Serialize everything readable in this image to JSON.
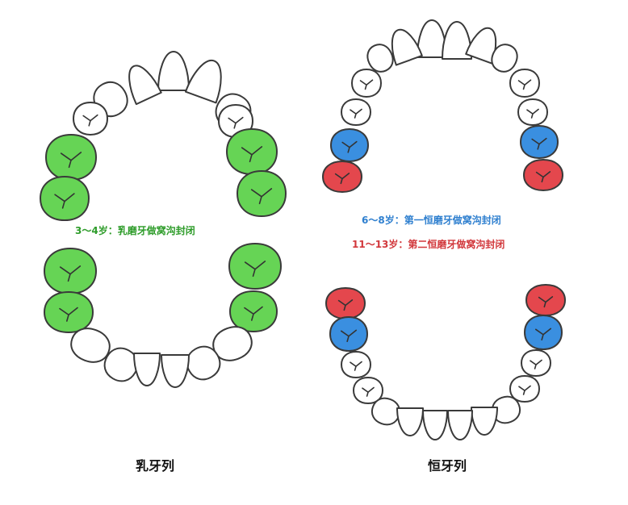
{
  "colors": {
    "outline": "#3a3a3a",
    "groove": "#333333",
    "normal": "#ffffff",
    "primary_molar": "#66d455",
    "first_permanent_molar": "#3a8fe0",
    "second_permanent_molar": "#e4474d",
    "green_text": "#2e9c2a",
    "blue_text": "#2e7fcf",
    "red_text": "#d2383c"
  },
  "labels": {
    "primary_note": "3～4岁：乳磨牙做窝沟封闭",
    "first_molar_note": "6～8岁：第一恒磨牙做窝沟封闭",
    "second_molar_note": "11～13岁：第二恒磨牙做窝沟封闭",
    "primary_caption": "乳牙列",
    "permanent_caption": "恒牙列"
  },
  "teeth": [
    {
      "name": "primary-upper-incisor",
      "color": "normal"
    },
    {
      "name": "primary-upper-molar",
      "color": "primary_molar"
    },
    {
      "name": "primary-lower-molar",
      "color": "primary_molar"
    },
    {
      "name": "permanent-upper-premolar",
      "color": "normal"
    },
    {
      "name": "permanent-first-molar",
      "color": "first_permanent_molar"
    },
    {
      "name": "permanent-second-molar",
      "color": "second_permanent_molar"
    }
  ]
}
